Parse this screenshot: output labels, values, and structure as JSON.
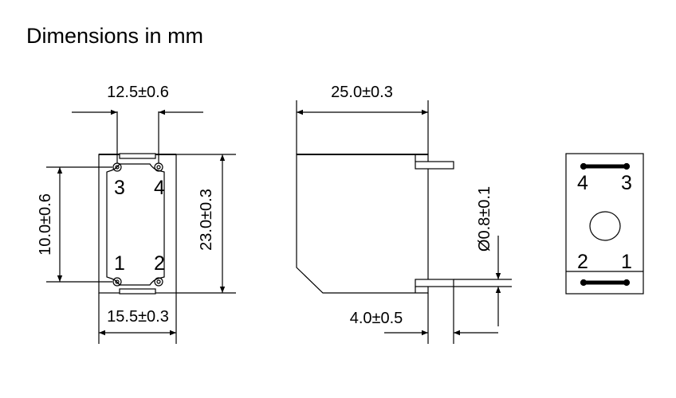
{
  "title": "Dimensions in mm",
  "front_view": {
    "top_width": "12.5±0.6",
    "bottom_width": "15.5±0.3",
    "left_height": "10.0±0.6",
    "right_height": "23.0±0.3",
    "pins": [
      "3",
      "4",
      "1",
      "2"
    ]
  },
  "side_view": {
    "length": "25.0±0.3",
    "pin_diameter": "Ø0.8±0.1",
    "pin_offset": "4.0±0.5"
  },
  "bottom_view": {
    "pins": [
      "4",
      "3",
      "2",
      "1"
    ]
  }
}
